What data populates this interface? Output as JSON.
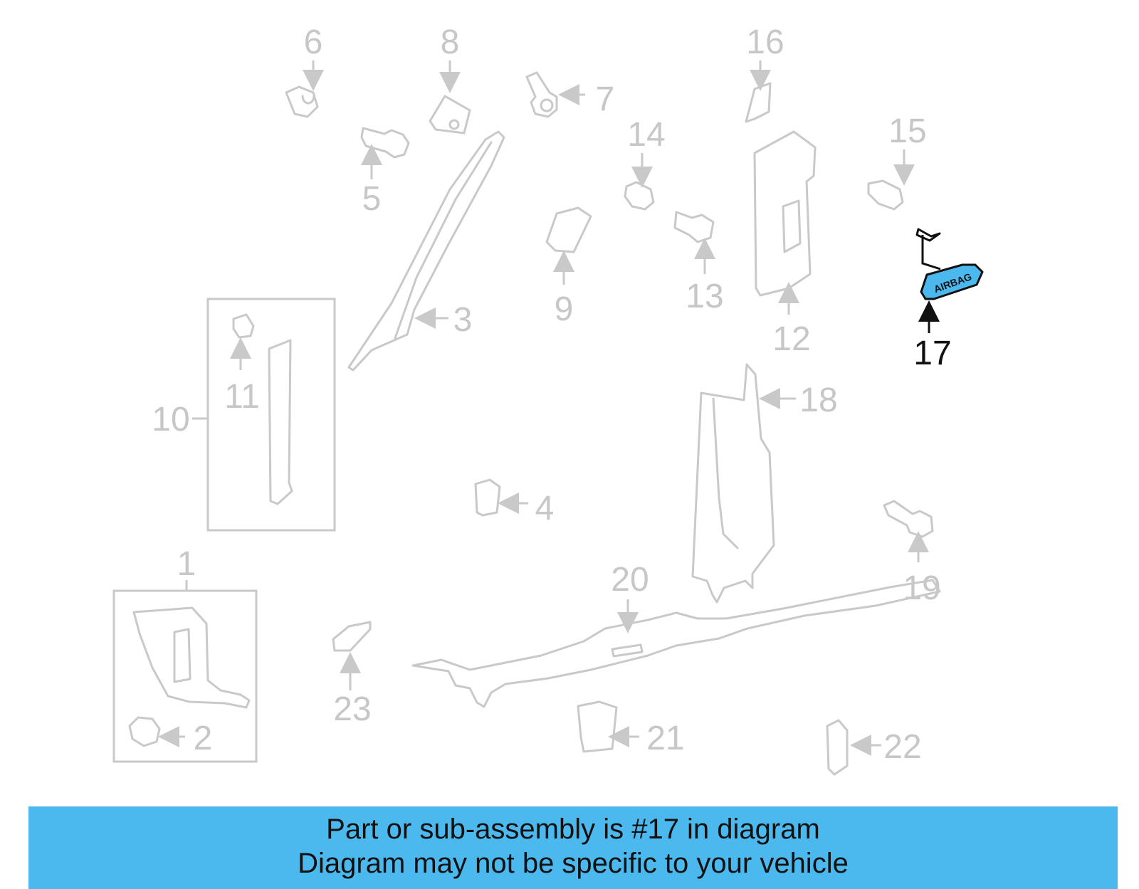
{
  "diagram": {
    "highlight_color": "#4cb9ee",
    "part_label_text": "AIRBAG",
    "callouts": {
      "c1": "1",
      "c2": "2",
      "c3": "3",
      "c4": "4",
      "c5": "5",
      "c6": "6",
      "c7": "7",
      "c8": "8",
      "c9": "9",
      "c10": "10",
      "c11": "11",
      "c12": "12",
      "c13": "13",
      "c14": "14",
      "c15": "15",
      "c16": "16",
      "c17": "17",
      "c18": "18",
      "c19": "19",
      "c20": "20",
      "c21": "21",
      "c22": "22",
      "c23": "23"
    }
  },
  "banner": {
    "line1": "Part or sub-assembly is #17 in diagram",
    "line2": "Diagram may not be specific to your vehicle",
    "background": "#4cb9ee"
  }
}
